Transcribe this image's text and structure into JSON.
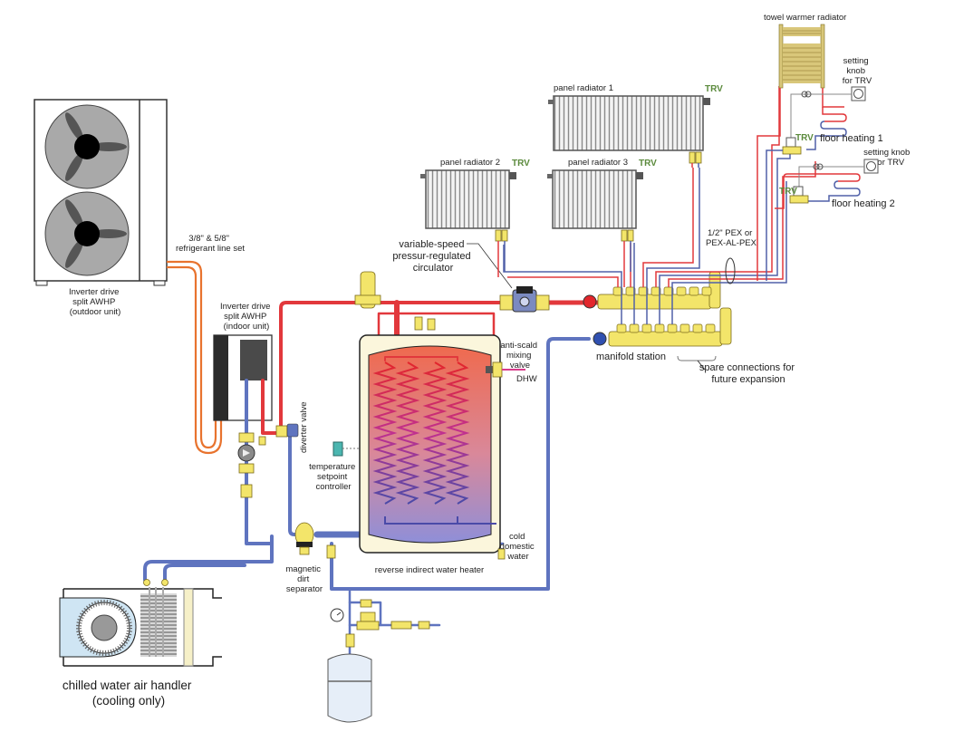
{
  "diagram": {
    "title": "Air-to-water heat pump hydronic system schematic",
    "labels": {
      "outdoor_unit": [
        "Inverter drive",
        "split AWHP",
        "(outdoor unit)"
      ],
      "refrigerant_line": [
        "3/8\" & 5/8\"",
        "refrigerant line set"
      ],
      "indoor_unit": [
        "Inverter drive",
        "split AWHP",
        "(indoor unit)"
      ],
      "diverter_valve": "diverter valve",
      "temperature_controller": [
        "temperature",
        "setpoint",
        "controller"
      ],
      "circulator": [
        "variable-speed",
        "pressur-regulated",
        "circulator"
      ],
      "anti_scald": [
        "anti-scald",
        "mixing",
        "valve"
      ],
      "dhw": "DHW",
      "cold_water": [
        "cold",
        "domestic",
        "water"
      ],
      "water_heater": "reverse indirect water heater",
      "dirt_separator": [
        "magnetic",
        "dirt",
        "separator"
      ],
      "air_handler": [
        "chilled water air handler",
        "(cooling only)"
      ],
      "manifold_station": "manifold station",
      "spare_connections": [
        "spare connections for",
        "future expansion"
      ],
      "pex": [
        "1/2\" PEX or",
        "PEX-AL-PEX"
      ],
      "panel_radiator_1": "panel radiator 1",
      "panel_radiator_2": "panel radiator 2",
      "panel_radiator_3": "panel radiator 3",
      "trv": "TRV",
      "towel_warmer": "towel warmer radiator",
      "setting_knob_1": [
        "setting",
        "knob",
        "for TRV"
      ],
      "setting_knob_2": [
        "setting knob",
        "for TRV"
      ],
      "floor_heating_1": "floor heating 1",
      "floor_heating_2": "floor heating 2"
    },
    "colors": {
      "supply_hot": "#e2383c",
      "return_cold": "#5f74bf",
      "refrigerant": "#e8732e",
      "brass": "#f3e56a",
      "trv_text": "#5b8a3c",
      "tank_shell": "#fbf6dc"
    }
  }
}
